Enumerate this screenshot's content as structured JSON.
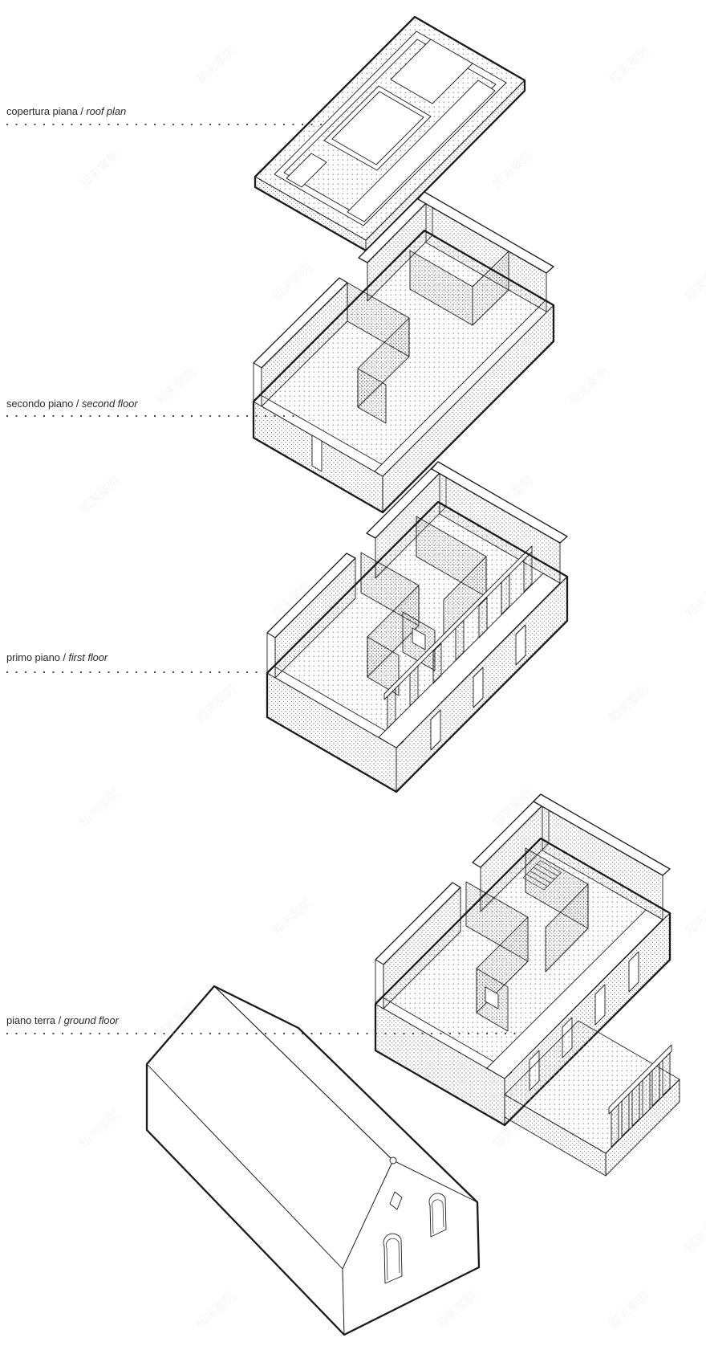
{
  "drawing": {
    "type": "exploded axonometric floor plans",
    "background": "#ffffff",
    "line_color": "#1a1a1a",
    "levels": [
      {
        "id": "roof",
        "label_it": "copertura piana",
        "separator": " / ",
        "label_en": "roof plan"
      },
      {
        "id": "second-floor",
        "label_it": "secondo piano",
        "separator": " / ",
        "label_en": "second floor"
      },
      {
        "id": "first-floor",
        "label_it": "primo piano",
        "separator": " / ",
        "label_en": "first floor"
      },
      {
        "id": "ground-floor",
        "label_it": "piano terra",
        "separator": " / ",
        "label_en": "ground floor"
      }
    ]
  },
  "watermark": {
    "text": "知末案例"
  }
}
